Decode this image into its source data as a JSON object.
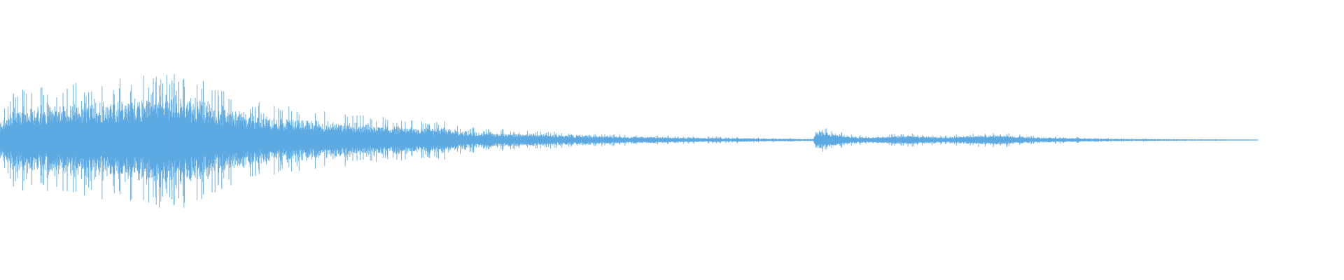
{
  "waveform": {
    "color": "#5DA9E1",
    "background": "#ffffff",
    "envelope": [
      {
        "t": 0.0,
        "a": 0.3
      },
      {
        "t": 0.01,
        "a": 0.52
      },
      {
        "t": 0.05,
        "a": 0.62
      },
      {
        "t": 0.1,
        "a": 0.68
      },
      {
        "t": 0.12,
        "a": 0.8
      },
      {
        "t": 0.14,
        "a": 0.74
      },
      {
        "t": 0.17,
        "a": 0.5
      },
      {
        "t": 0.2,
        "a": 0.4
      },
      {
        "t": 0.24,
        "a": 0.32
      },
      {
        "t": 0.28,
        "a": 0.26
      },
      {
        "t": 0.32,
        "a": 0.2
      },
      {
        "t": 0.33,
        "a": 0.22
      },
      {
        "t": 0.34,
        "a": 0.16
      },
      {
        "t": 0.38,
        "a": 0.11
      },
      {
        "t": 0.42,
        "a": 0.09
      },
      {
        "t": 0.46,
        "a": 0.065
      },
      {
        "t": 0.5,
        "a": 0.045
      },
      {
        "t": 0.56,
        "a": 0.03
      },
      {
        "t": 0.605,
        "a": 0.018
      },
      {
        "t": 0.607,
        "a": 0.16
      },
      {
        "t": 0.625,
        "a": 0.09
      },
      {
        "t": 0.645,
        "a": 0.045
      },
      {
        "t": 0.675,
        "a": 0.075
      },
      {
        "t": 0.7,
        "a": 0.05
      },
      {
        "t": 0.74,
        "a": 0.085
      },
      {
        "t": 0.77,
        "a": 0.05
      },
      {
        "t": 0.82,
        "a": 0.022
      },
      {
        "t": 0.88,
        "a": 0.012
      },
      {
        "t": 0.935,
        "a": 0.006
      },
      {
        "t": 0.936,
        "a": 0.0
      }
    ],
    "spikes": [
      {
        "t": 0.01,
        "a": 0.78
      },
      {
        "t": 0.017,
        "a": 0.85
      },
      {
        "t": 0.05,
        "a": 0.86
      },
      {
        "t": 0.066,
        "a": 0.8
      },
      {
        "t": 0.116,
        "a": 0.97
      },
      {
        "t": 0.121,
        "a": 0.95
      },
      {
        "t": 0.128,
        "a": 1.0
      },
      {
        "t": 0.133,
        "a": 0.98
      },
      {
        "t": 0.165,
        "a": 0.82
      },
      {
        "t": 0.19,
        "a": 0.55
      },
      {
        "t": 0.325,
        "a": 0.3
      }
    ]
  }
}
